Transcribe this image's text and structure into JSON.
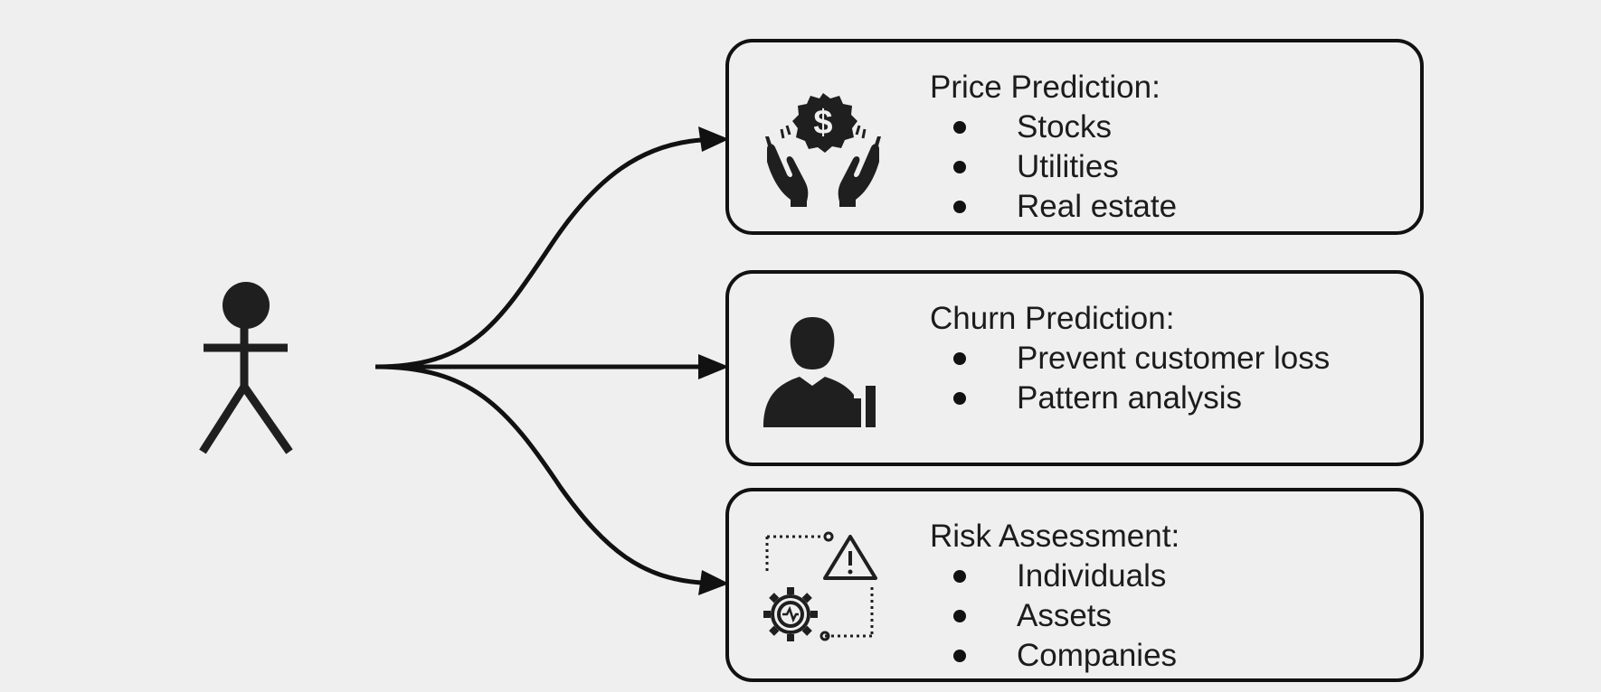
{
  "actor": {
    "icon": "stick-figure-icon"
  },
  "cards": [
    {
      "id": "price",
      "title": "Price Prediction:",
      "icon": "money-hands-icon",
      "items": [
        "Stocks",
        "Utilities",
        "Real estate"
      ]
    },
    {
      "id": "churn",
      "title": "Churn Prediction:",
      "icon": "person-chart-icon",
      "items": [
        "Prevent customer loss",
        "Pattern analysis"
      ]
    },
    {
      "id": "risk",
      "title": "Risk Assessment:",
      "icon": "risk-gear-warning-icon",
      "items": [
        "Individuals",
        "Assets",
        "Companies"
      ]
    }
  ],
  "colors": {
    "background": "#efefef",
    "stroke": "#111111",
    "icon": "#1f1f1f"
  }
}
